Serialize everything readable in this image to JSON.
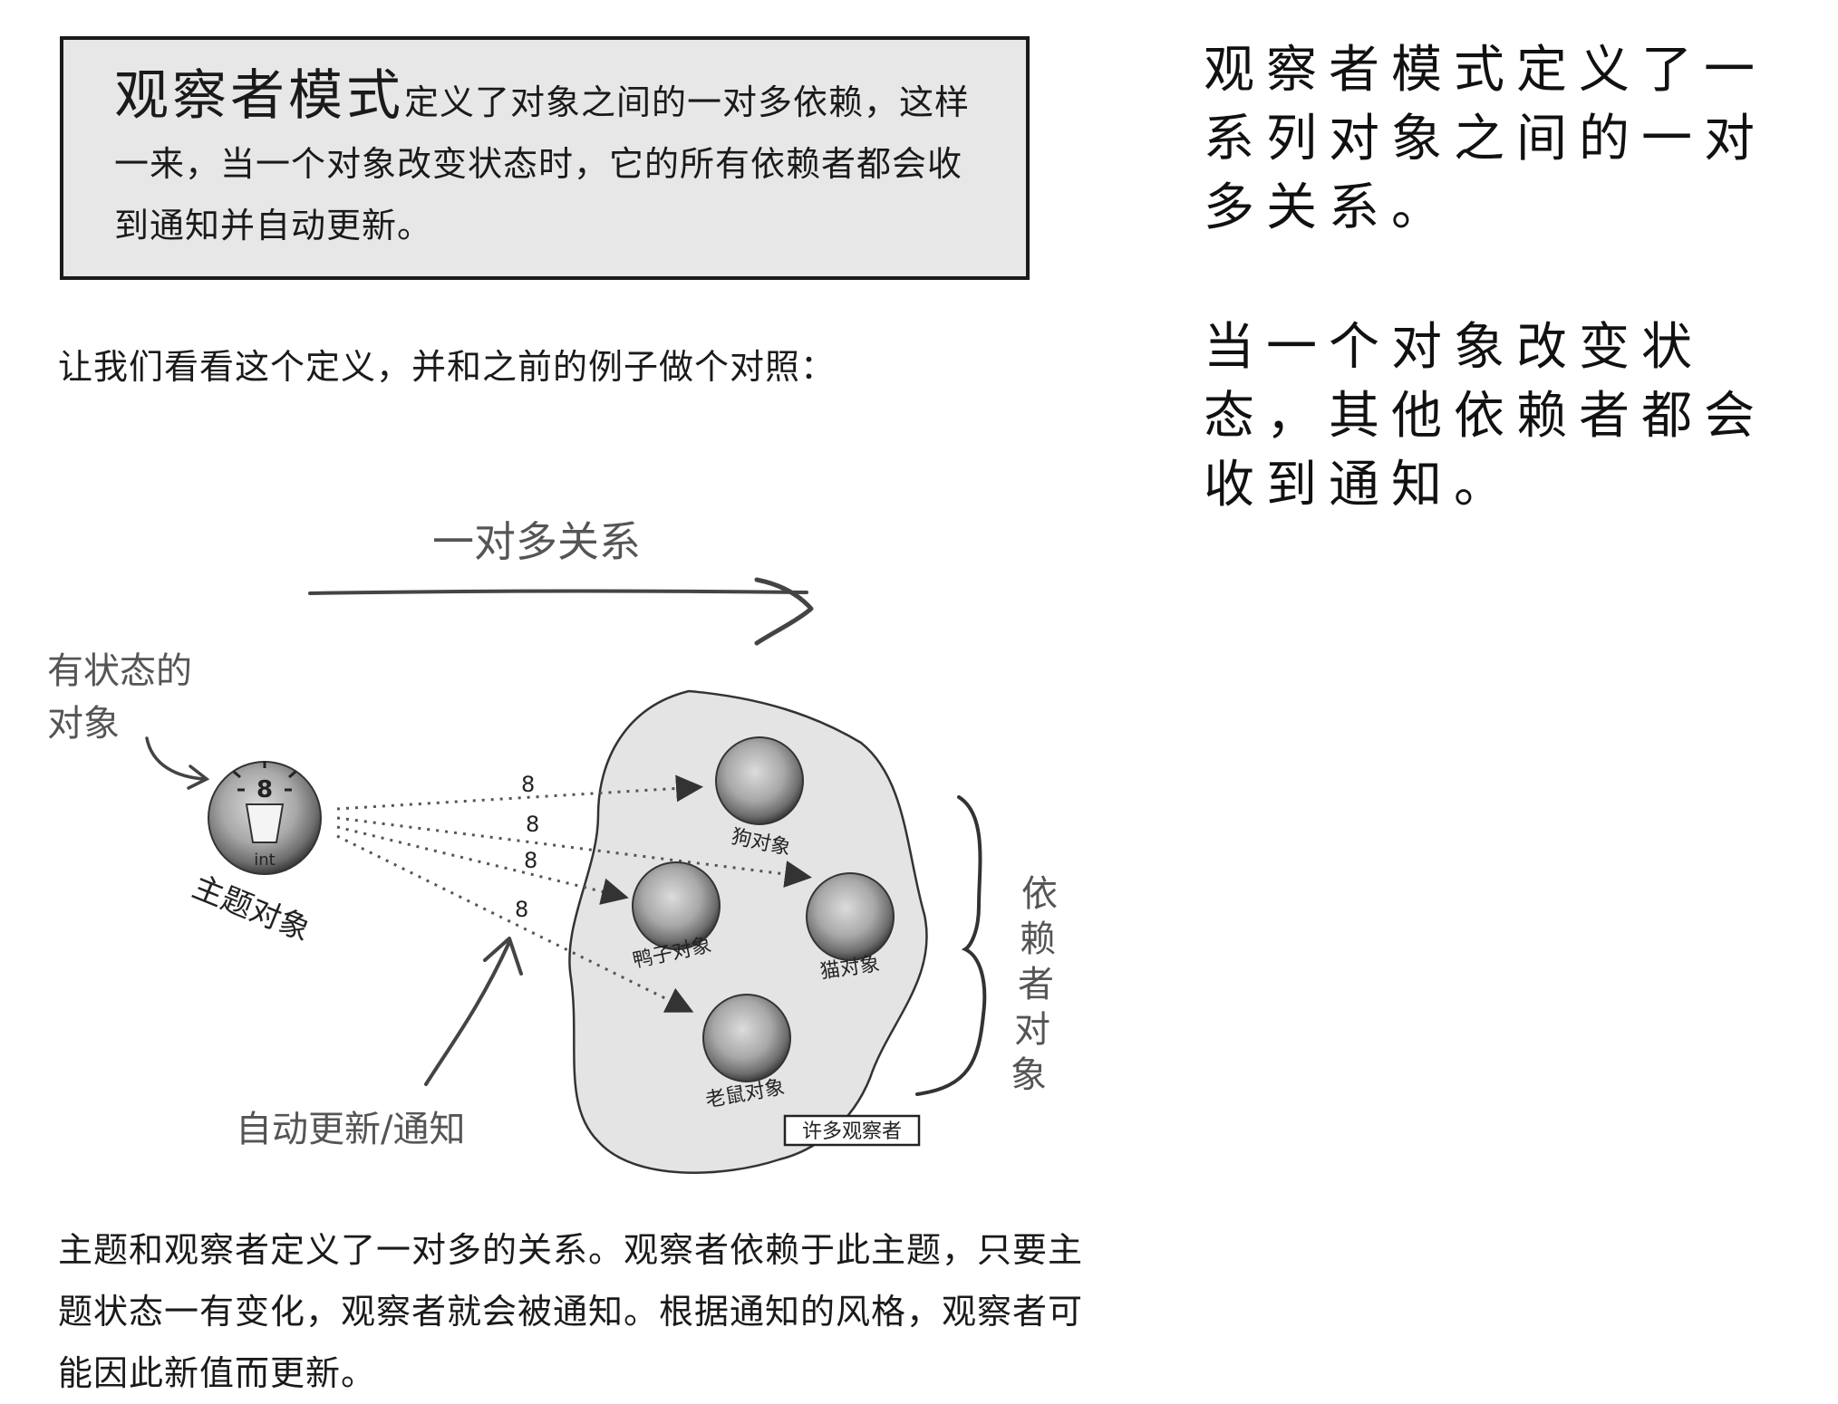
{
  "definition": {
    "term": "观察者模式",
    "body": "定义了对象之间的一对多依赖，这样一来，当一个对象改变状态时，它的所有依赖者都会收到通知并自动更新。"
  },
  "intro": "让我们看看这个定义，并和之前的例子做个对照：",
  "diagram": {
    "arrow_label": "一对多关系",
    "stateful_label": [
      "有状态的",
      "对象"
    ],
    "subject_value": "8",
    "subject_type": "int",
    "subject_label": "主题对象",
    "message_values": [
      "8",
      "8",
      "8",
      "8"
    ],
    "observers": [
      "狗对象",
      "鸭子对象",
      "猫对象",
      "老鼠对象"
    ],
    "group_tag": "许多观察者",
    "dependents_label": [
      "依",
      "赖",
      "者",
      "对",
      "象"
    ],
    "update_label": "自动更新/通知"
  },
  "summary": "主题和观察者定义了一对多的关系。观察者依赖于此主题，只要主题状态一有变化，观察者就会被通知。根据通知的风格，观察者可能因此新值而更新。",
  "side_notes": [
    "观察者模式定义了一系列对象之间的一对多关系。",
    "当一个对象改变状态，其他依赖者都会收到通知。"
  ]
}
